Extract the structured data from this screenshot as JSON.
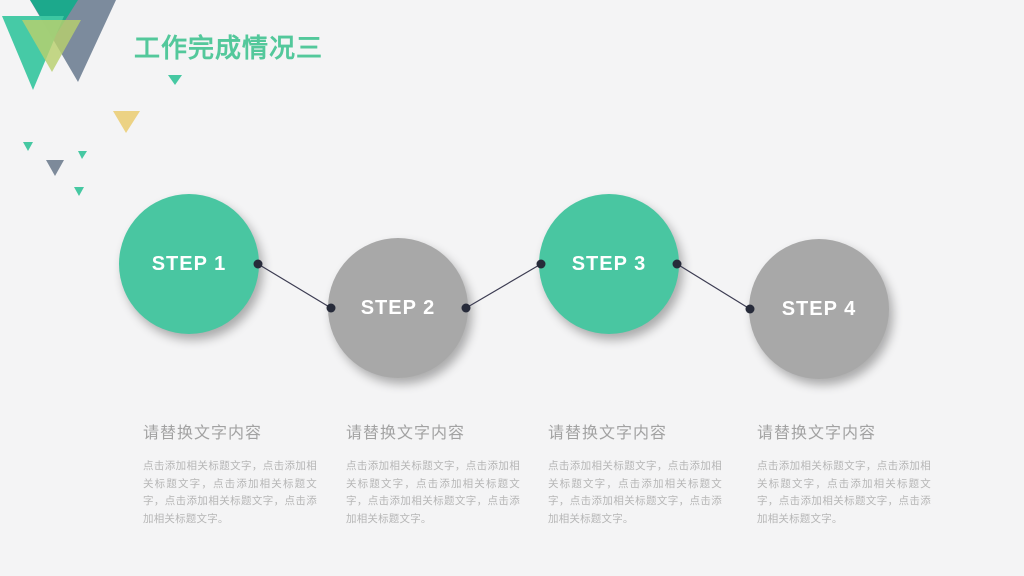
{
  "slide": {
    "title": "工作完成情况三",
    "colors": {
      "background": "#f4f4f5",
      "title_green": "#53c89b",
      "step_green": "#49c6a1",
      "step_gray": "#a8a8a8",
      "connector_line": "#3c3c52",
      "connector_dot": "#272b3a",
      "heading_text": "#a2a2a2",
      "body_text": "#b6b6b6"
    }
  },
  "steps": [
    {
      "label": "STEP 1",
      "variant": "green",
      "heading": "请替换文字内容",
      "body": "点击添加相关标题文字，点击添加相关标题文字，点击添加相关标题文字，点击添加相关标题文字，点击添加相关标题文字。"
    },
    {
      "label": "STEP 2",
      "variant": "gray",
      "heading": "请替换文字内容",
      "body": "点击添加相关标题文字，点击添加相关标题文字，点击添加相关标题文字，点击添加相关标题文字，点击添加相关标题文字。"
    },
    {
      "label": "STEP 3",
      "variant": "green",
      "heading": "请替换文字内容",
      "body": "点击添加相关标题文字，点击添加相关标题文字，点击添加相关标题文字，点击添加相关标题文字，点击添加相关标题文字。"
    },
    {
      "label": "STEP 4",
      "variant": "gray",
      "heading": "请替换文字内容",
      "body": "点击添加相关标题文字，点击添加相关标题文字，点击添加相关标题文字，点击添加相关标题文字，点击添加相关标题文字。"
    }
  ],
  "decor": {
    "triangle_colors": {
      "slate": "#7c8b9d",
      "dark_teal": "#1ca98c",
      "teal": "#3ec8a2",
      "lime": "#b8d06e",
      "yellow": "#ecd284"
    }
  }
}
